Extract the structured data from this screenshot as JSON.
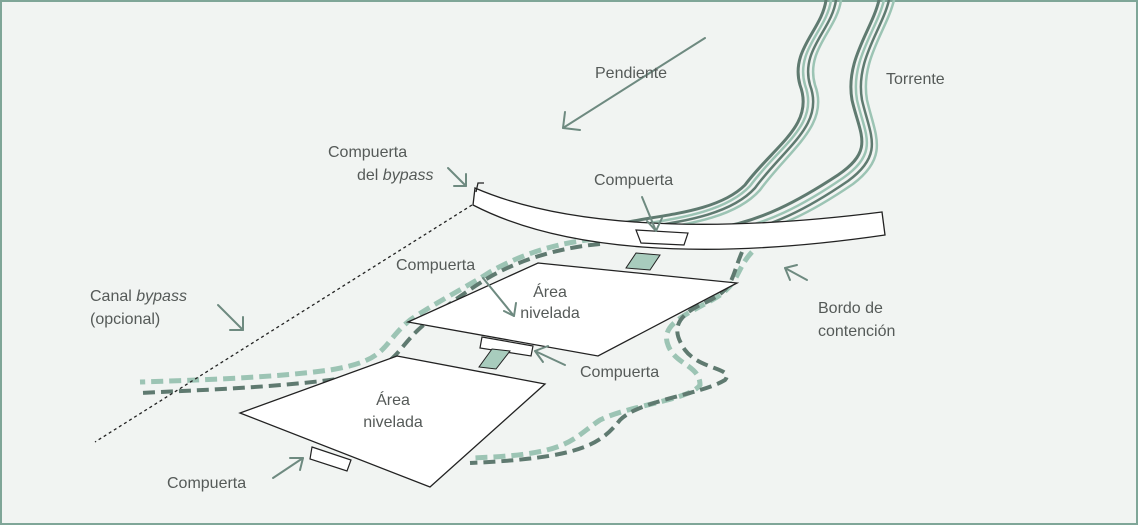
{
  "labels": {
    "slope": "Pendiente",
    "torrent": "Torrente",
    "bypass_gate_line1": "Compuerta",
    "bypass_gate_line2_prefix": "del ",
    "bypass_gate_line2_italic": "bypass",
    "gate_top": "Compuerta",
    "gate_upper_left": "Compuerta",
    "gate_middle": "Compuerta",
    "gate_bottom": "Compuerta",
    "bypass_canal_prefix": "Canal ",
    "bypass_canal_italic": "bypass",
    "bypass_canal_line2": "(opcional)",
    "levee_line1": "Bordo de",
    "levee_line2": "contención",
    "area_upper_line1": "Área",
    "area_upper_line2": "nivelada",
    "area_lower_line1": "Área",
    "area_lower_line2": "nivelada"
  },
  "colors": {
    "background": "#f1f4f2",
    "frame": "#7fa698",
    "stream_dark": "#5f7a70",
    "stream_light": "#9cc4b4",
    "arrow": "#6e8a80",
    "connector": "#a8ccbd"
  }
}
